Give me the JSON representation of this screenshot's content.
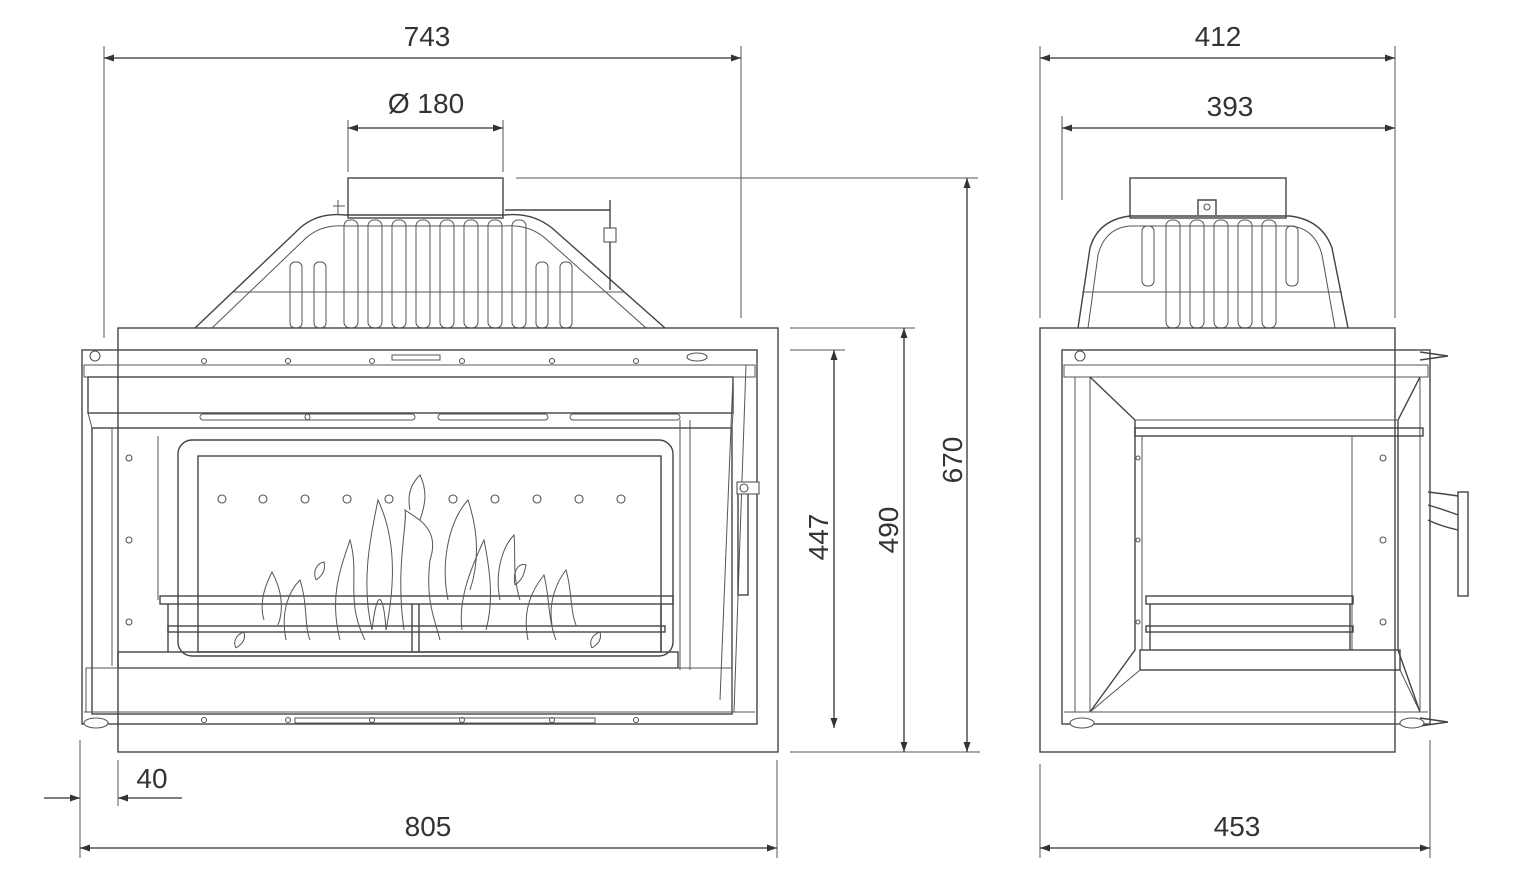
{
  "front_view": {
    "dimensions": {
      "top_width": "743",
      "flue_diameter": "Ø 180",
      "glass_height": "447",
      "front_height": "490",
      "total_height": "670",
      "side_offset": "40",
      "bottom_width": "805"
    }
  },
  "side_view": {
    "dimensions": {
      "top_width": "412",
      "inner_width": "393",
      "bottom_width": "453"
    }
  },
  "colors": {
    "line": "#444444",
    "dimension": "#333333",
    "background": "#ffffff"
  }
}
